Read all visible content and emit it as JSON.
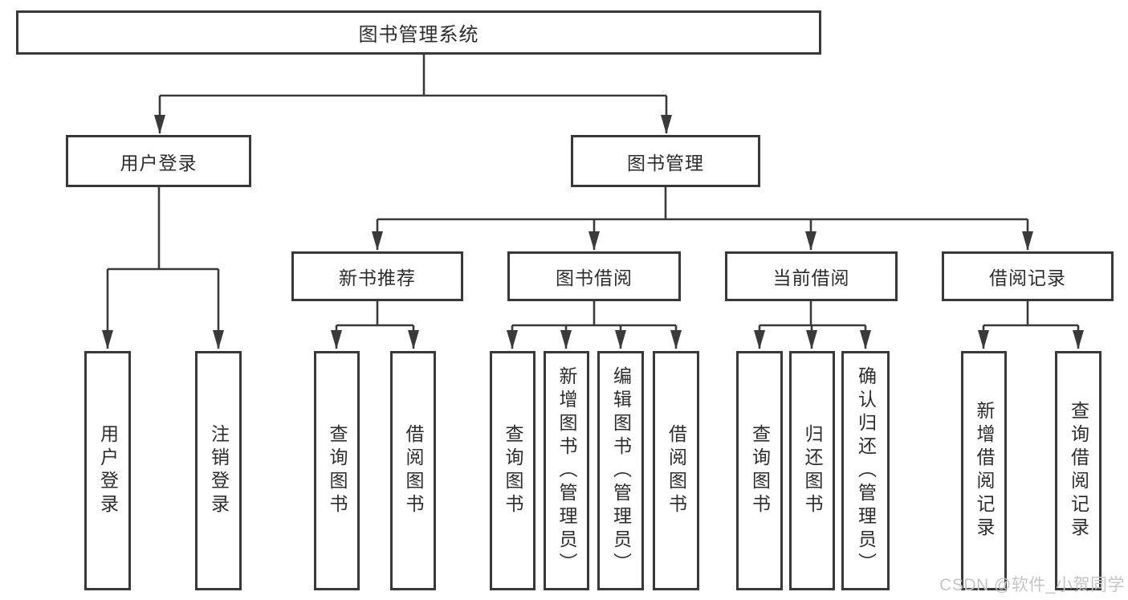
{
  "diagram_type": "hierarchy-tree",
  "tree": {
    "root": "图书管理系统",
    "children": [
      {
        "label": "用户登录",
        "children": [
          {
            "label": "用户登录"
          },
          {
            "label": "注销登录"
          }
        ]
      },
      {
        "label": "图书管理",
        "children": [
          {
            "label": "新书推荐",
            "children": [
              {
                "label": "查询图书"
              },
              {
                "label": "借阅图书"
              }
            ]
          },
          {
            "label": "图书借阅",
            "children": [
              {
                "label": "查询图书"
              },
              {
                "label": "新增图书（管理员）"
              },
              {
                "label": "编辑图书（管理员）"
              },
              {
                "label": "借阅图书"
              }
            ]
          },
          {
            "label": "当前借阅",
            "children": [
              {
                "label": "查询图书"
              },
              {
                "label": "归还图书"
              },
              {
                "label": "确认归还（管理员）"
              }
            ]
          },
          {
            "label": "借阅记录",
            "children": [
              {
                "label": "新增借阅记录"
              },
              {
                "label": "查询借阅记录"
              }
            ]
          }
        ]
      }
    ]
  },
  "watermark": {
    "text": "CSDN @软件_小贺同学"
  },
  "colors": {
    "line": "#3a3a3a",
    "border": "#383838",
    "text": "#2d2d2d",
    "watermark": "#c5c5c5",
    "background": "#ffffff"
  }
}
